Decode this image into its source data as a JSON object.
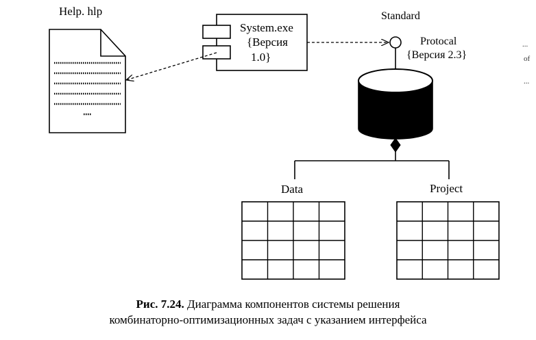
{
  "artifacts": {
    "help_file": {
      "name": "Help. hlp"
    },
    "component": {
      "name": "System.exe",
      "version_line1": "{Версия",
      "version_line2": "1.0}"
    },
    "interface": {
      "name": "Standard"
    },
    "database": {
      "name": "Protocal",
      "version": "{Версия 2.3}"
    },
    "tables": [
      {
        "name": "Data",
        "rows": 4,
        "cols": 4
      },
      {
        "name": "Project",
        "rows": 4,
        "cols": 4
      }
    ]
  },
  "caption": {
    "label": "Рис. 7.24.",
    "line1": " Диаграмма компонентов системы решения",
    "line2": "комбинаторно-оптимизационных задач с указанием интерфейса"
  },
  "edge_text": [
    "...",
    "of",
    "..."
  ]
}
